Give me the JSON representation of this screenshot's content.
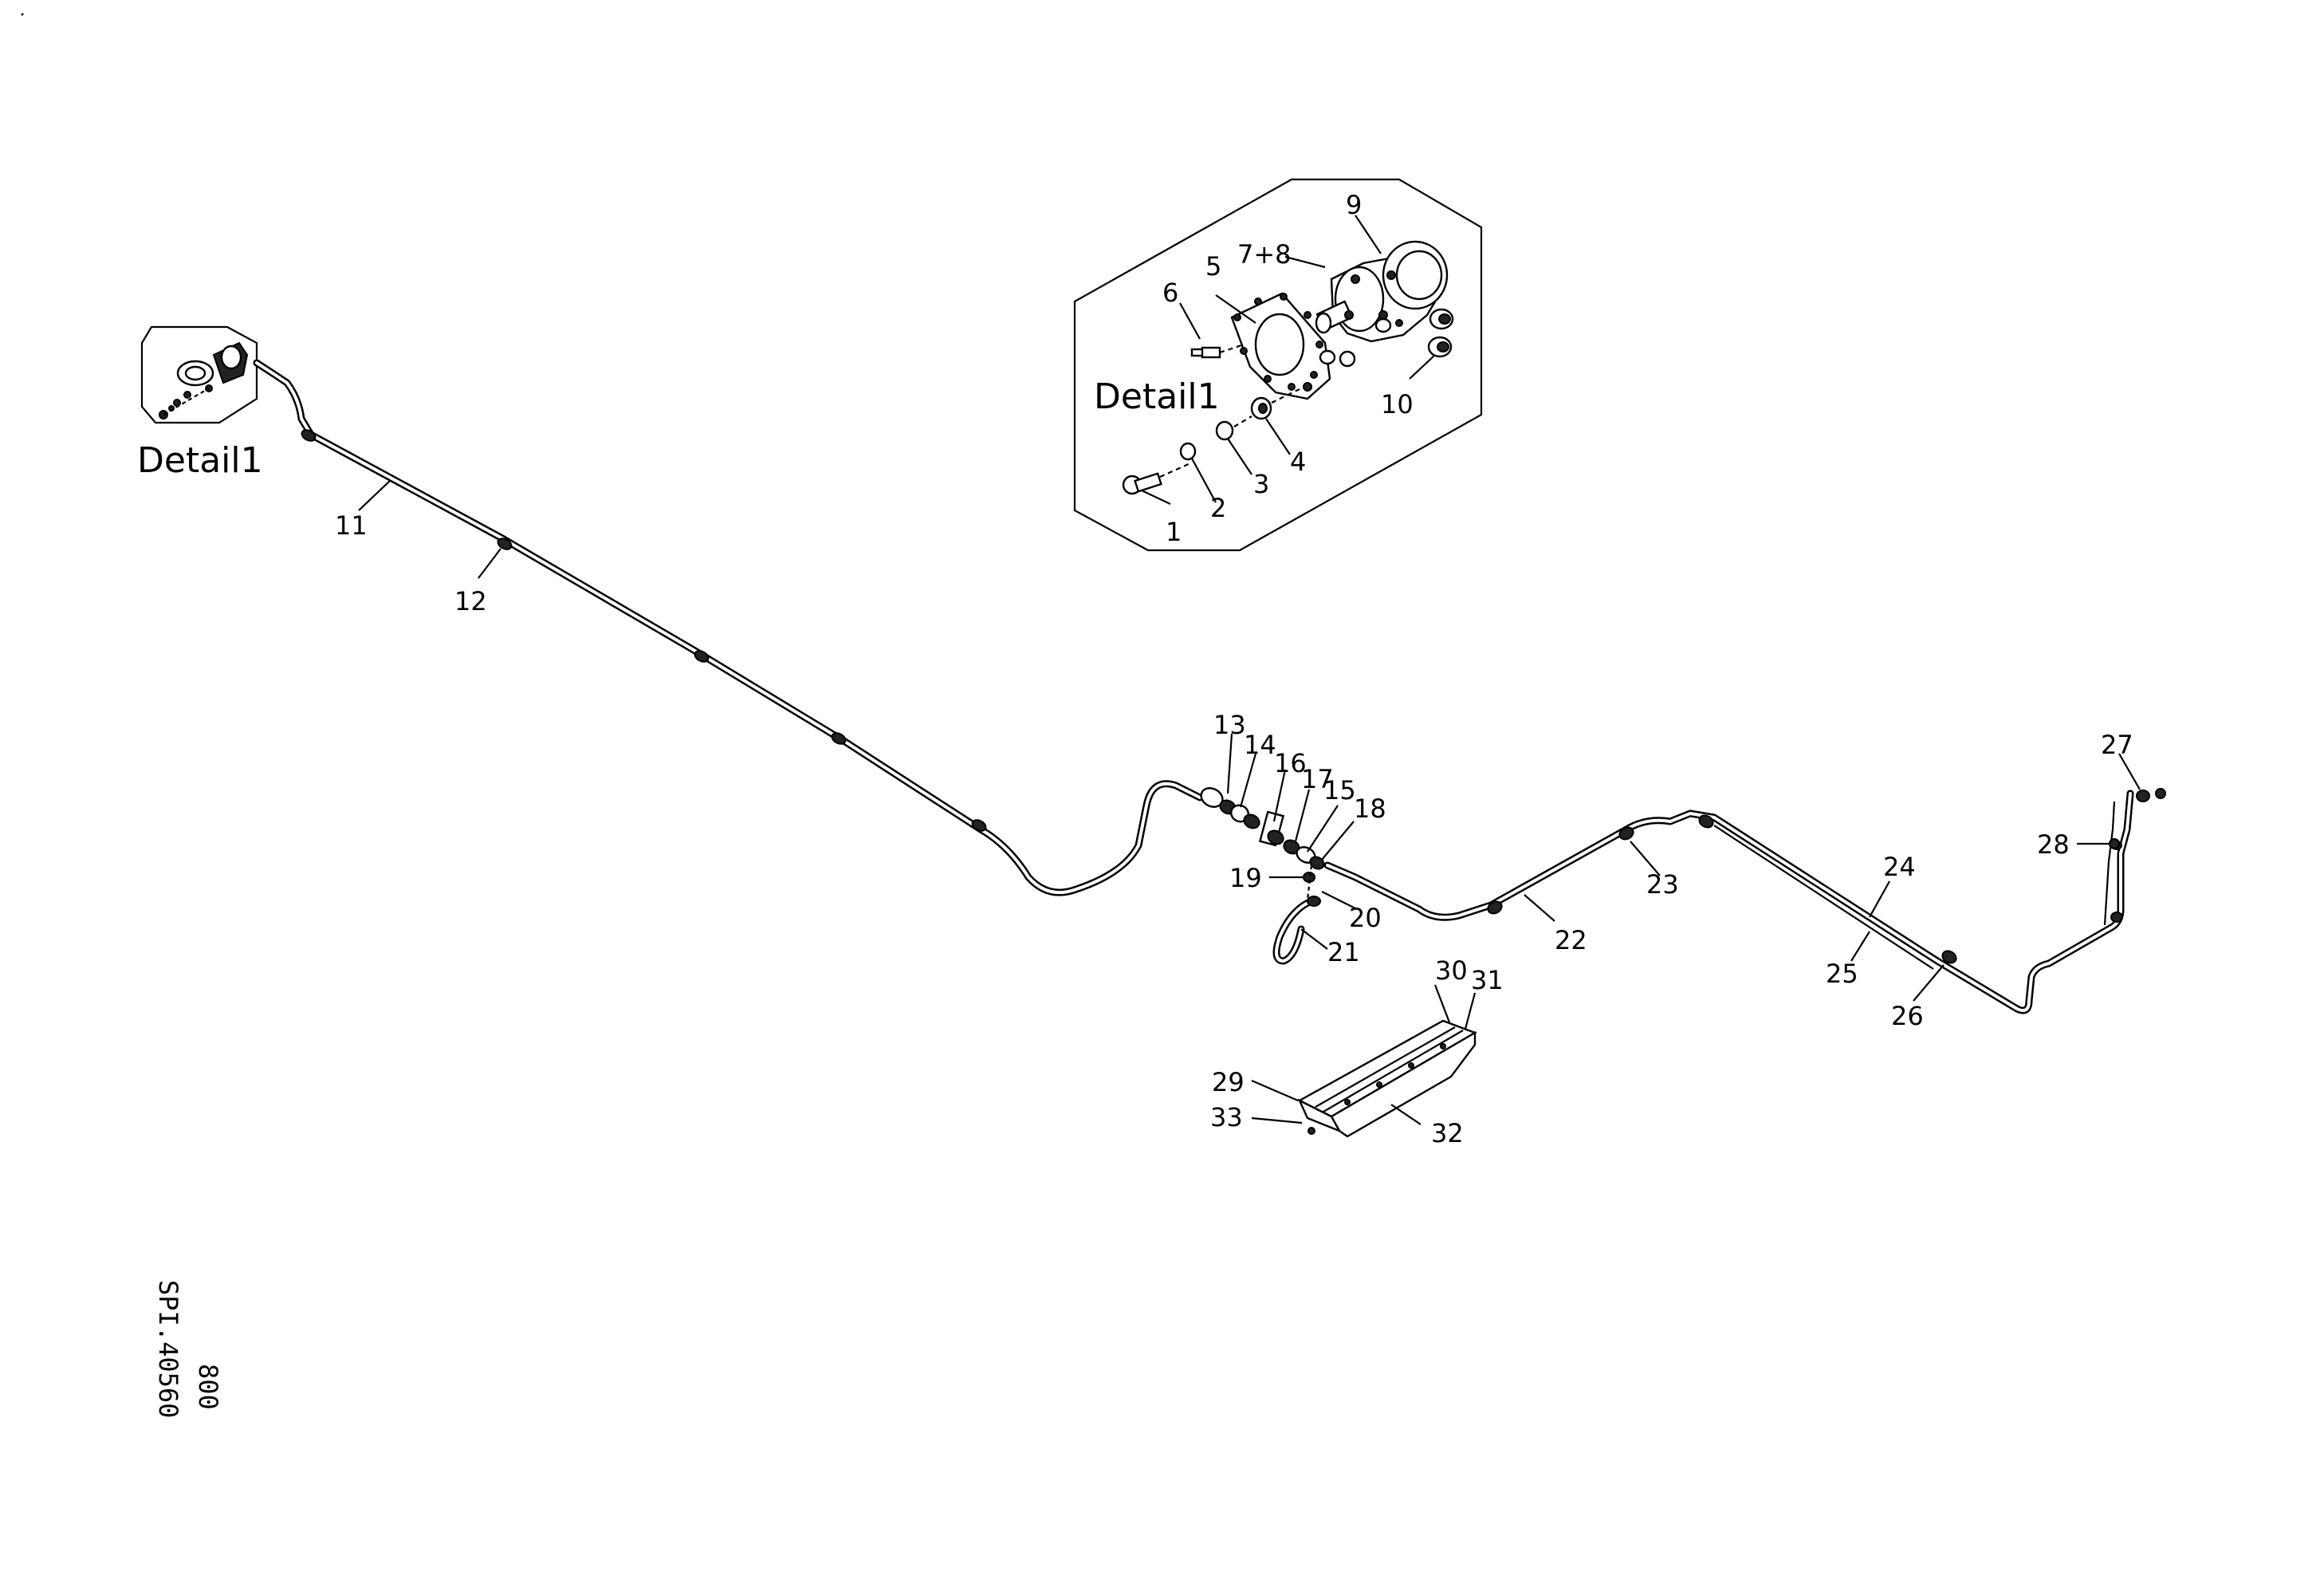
{
  "detail_label_left": "Detail1",
  "detail_label_inset": "Detail1",
  "doc_code": "SPI.40560",
  "doc_page": "800",
  "callouts": {
    "c1": "1",
    "c2": "2",
    "c3": "3",
    "c4": "4",
    "c5": "5",
    "c6": "6",
    "c78": "7+8",
    "c9": "9",
    "c10": "10",
    "c11": "11",
    "c12": "12",
    "c13": "13",
    "c14": "14",
    "c15": "15",
    "c16": "16",
    "c17": "17",
    "c18": "18",
    "c19": "19",
    "c20": "20",
    "c21": "21",
    "c22": "22",
    "c23": "23",
    "c24": "24",
    "c25": "25",
    "c26": "26",
    "c27": "27",
    "c28": "28",
    "c29": "29",
    "c30": "30",
    "c31": "31",
    "c32": "32",
    "c33": "33"
  }
}
